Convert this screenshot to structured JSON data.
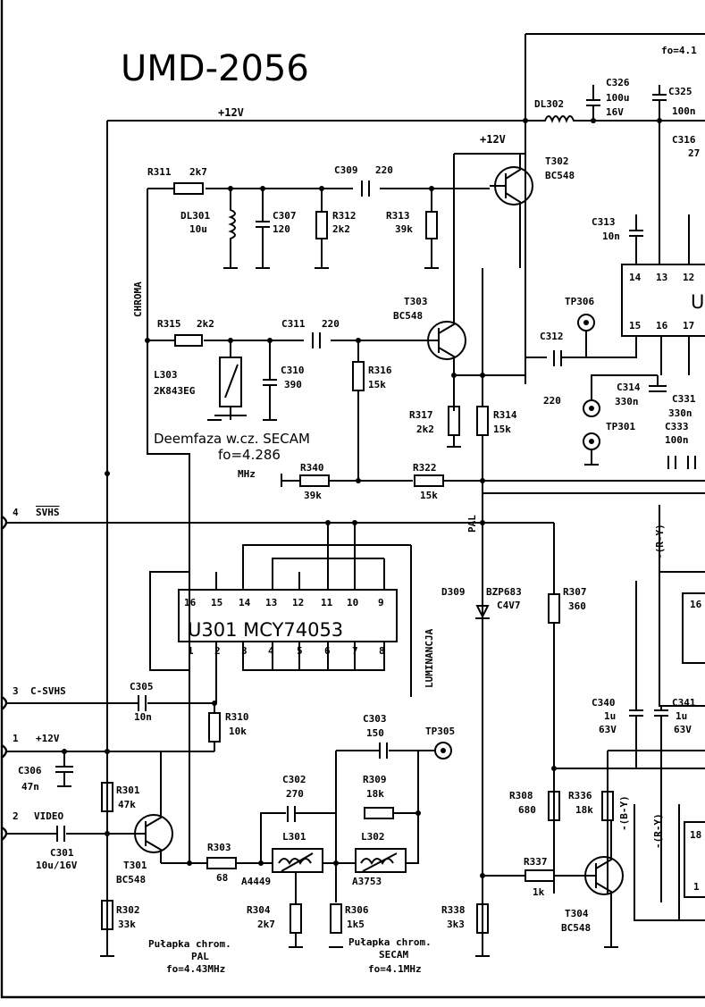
{
  "title": "UMD-2056",
  "supply": {
    "main": "+12V",
    "t302": "+12V"
  },
  "labels": {
    "chroma": "CHROMA",
    "luminancja": "LUMINANCJA",
    "pal": "PAL",
    "deemfaza": "Deemfaza w.cz. SECAM",
    "fo_deem": "fo=4.286",
    "mhz": "MHz",
    "trap_pal_1": "Pułapka chrom.",
    "trap_pal_2": "PAL",
    "trap_pal_3": "fo=4.43MHz",
    "trap_secam_1": "Pułapka chrom.",
    "trap_secam_2": "SECAM",
    "trap_secam_3": "fo=4.1MHz",
    "top_right": "fo=4.1",
    "minus_ry": "-(R-Y)",
    "minus_by": "-(B-Y)",
    "minus_ry2": "-(R-Y)",
    "u_label": "U",
    "ic_right_16": "16",
    "ic_right_18": "18",
    "ic_right_1": "1"
  },
  "connectors": [
    {
      "num": "4",
      "name": "SVHS"
    },
    {
      "num": "3",
      "name": "C-SVHS"
    },
    {
      "num": "1",
      "name": "+12V"
    },
    {
      "num": "2",
      "name": "VIDEO"
    }
  ],
  "ic": {
    "name": "U301 MCY74053",
    "top_pins": [
      "16",
      "15",
      "14",
      "13",
      "12",
      "11",
      "10",
      "9"
    ],
    "bottom_pins": [
      "1",
      "2",
      "3",
      "4",
      "5",
      "6",
      "7",
      "8"
    ]
  },
  "ic2": {
    "pins_top": [
      "14",
      "13",
      "12"
    ],
    "pins_bottom": [
      "15",
      "16",
      "17"
    ]
  },
  "parts": {
    "R311": {
      "ref": "R311",
      "val": "2k7"
    },
    "DL301": {
      "ref": "DL301",
      "val": "10u"
    },
    "C307": {
      "ref": "C307",
      "val": "120"
    },
    "R312": {
      "ref": "R312",
      "val": "2k2"
    },
    "R313": {
      "ref": "R313",
      "val": "39k"
    },
    "C309": {
      "ref": "C309",
      "val": "220"
    },
    "T302": {
      "ref": "T302",
      "val": "BC548"
    },
    "DL302": {
      "ref": "DL302",
      "val": ""
    },
    "C326": {
      "ref": "C326",
      "val": "100u",
      "val2": "16V"
    },
    "C325": {
      "ref": "C325",
      "val": "100n"
    },
    "C316": {
      "ref": "C316",
      "val": "27"
    },
    "C313": {
      "ref": "C313",
      "val": "10n"
    },
    "R315": {
      "ref": "R315",
      "val": "2k2"
    },
    "C311": {
      "ref": "C311",
      "val": "220"
    },
    "T303": {
      "ref": "T303",
      "val": "BC548"
    },
    "TP306": {
      "ref": "TP306"
    },
    "C312": {
      "ref": "C312",
      "val": "220"
    },
    "L303": {
      "ref": "L303",
      "val": "2K843EG"
    },
    "C310": {
      "ref": "C310",
      "val": "390"
    },
    "R316": {
      "ref": "R316",
      "val": "15k"
    },
    "C314": {
      "ref": "C314",
      "val": "330n"
    },
    "C331": {
      "ref": "C331",
      "val": "330n"
    },
    "C333": {
      "ref": "C333",
      "val": "100n"
    },
    "TP301": {
      "ref": "TP301"
    },
    "R317": {
      "ref": "R317",
      "val": "2k2"
    },
    "R314": {
      "ref": "R314",
      "val": "15k"
    },
    "R340": {
      "ref": "R340",
      "val": "39k"
    },
    "R322": {
      "ref": "R322",
      "val": "15k"
    },
    "D309": {
      "ref": "D309",
      "val": "BZP683",
      "val2": "C4V7"
    },
    "R307": {
      "ref": "R307",
      "val": "360"
    },
    "C305": {
      "ref": "C305",
      "val": "10n"
    },
    "R310": {
      "ref": "R310",
      "val": "10k"
    },
    "C303": {
      "ref": "C303",
      "val": "150"
    },
    "TP305": {
      "ref": "TP305"
    },
    "C302": {
      "ref": "C302",
      "val": "270"
    },
    "R309": {
      "ref": "R309",
      "val": "18k"
    },
    "C306": {
      "ref": "C306",
      "val": "47n"
    },
    "R301": {
      "ref": "R301",
      "val": "47k"
    },
    "C301": {
      "ref": "C301",
      "val": "10u/16V"
    },
    "T301": {
      "ref": "T301",
      "val": "BC548"
    },
    "R303": {
      "ref": "R303",
      "val": "68"
    },
    "L301": {
      "ref": "L301",
      "val": "A4449"
    },
    "L302": {
      "ref": "L302",
      "val": "A3753"
    },
    "R302": {
      "ref": "R302",
      "val": "33k"
    },
    "R304": {
      "ref": "R304",
      "val": "2k7"
    },
    "R306": {
      "ref": "R306",
      "val": "1k5"
    },
    "C340": {
      "ref": "C340",
      "val": "1u",
      "val2": "63V"
    },
    "C341": {
      "ref": "C341",
      "val": "1u",
      "val2": "63V"
    },
    "R308": {
      "ref": "R308",
      "val": "680"
    },
    "R336": {
      "ref": "R336",
      "val": "18k"
    },
    "R337": {
      "ref": "R337",
      "val": "1k"
    },
    "R338": {
      "ref": "R338",
      "val": "3k3"
    },
    "T304": {
      "ref": "T304",
      "val": "BC548"
    }
  }
}
